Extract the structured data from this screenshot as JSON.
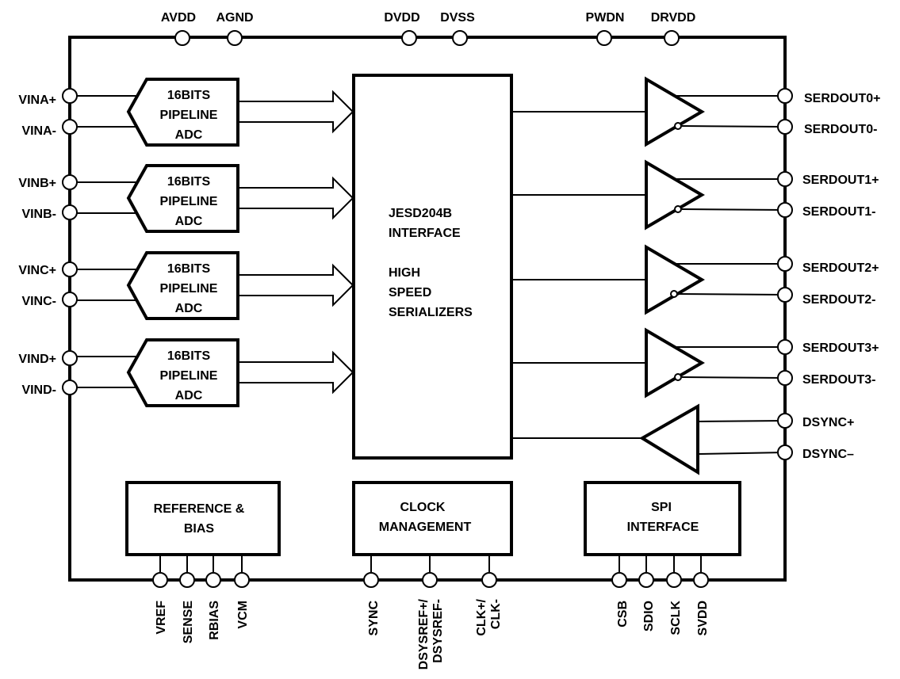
{
  "top_pins": [
    "AVDD",
    "AGND",
    "DVDD",
    "DVSS",
    "PWDN",
    "DRVDD"
  ],
  "left_pins": [
    "VINA+",
    "VINA-",
    "VINB+",
    "VINB-",
    "VINC+",
    "VINC-",
    "VIND+",
    "VIND-"
  ],
  "adc": {
    "line1": "16BITS",
    "line2": "PIPELINE",
    "line3": "ADC"
  },
  "jesd": {
    "line1": "JESD204B",
    "line2": "INTERFACE",
    "line3": "HIGH",
    "line4": "SPEED",
    "line5": "SERIALIZERS"
  },
  "right_pins": [
    "SERDOUT0+",
    "SERDOUT0-",
    "SERDOUT1+",
    "SERDOUT1-",
    "SERDOUT2+",
    "SERDOUT2-",
    "SERDOUT3+",
    "SERDOUT3-",
    "DSYNC+",
    "DSYNC–"
  ],
  "reference": {
    "line1": "REFERENCE &",
    "line2": "BIAS"
  },
  "clock": {
    "line1": "CLOCK",
    "line2": "MANAGEMENT"
  },
  "spi": {
    "line1": "SPI",
    "line2": "INTERFACE"
  },
  "bottom_pins": {
    "ref": [
      "VREF",
      "SENSE",
      "RBIAS",
      "VCM"
    ],
    "clock": [
      "SYNC",
      "DSYSREF+/",
      "DSYSREF-",
      "CLK+/",
      "CLK-"
    ],
    "spi": [
      "CSB",
      "SDIO",
      "SCLK",
      "SVDD"
    ]
  }
}
